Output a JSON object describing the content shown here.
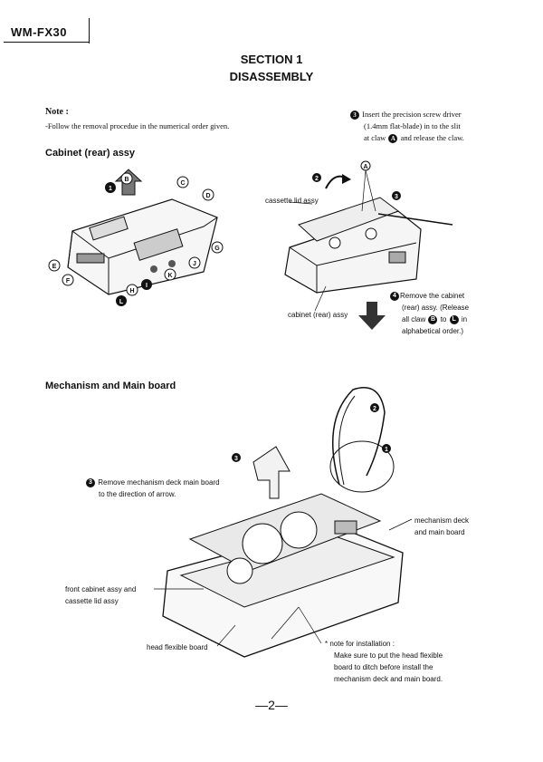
{
  "header": {
    "model": "WM-FX30"
  },
  "section": {
    "title": "SECTION 1",
    "subtitle": "DISASSEMBLY"
  },
  "note": {
    "title": "Note :",
    "text": "-Follow the removal procedue in the numerical order given."
  },
  "step3_top": {
    "marker": "3",
    "line1": "Insert the precision screw driver",
    "line2": "(1.4mm flat-blade) in to the slit",
    "line3a": "at claw",
    "claw": "A",
    "line3b": "and release the claw."
  },
  "cabinet": {
    "heading": "Cabinet (rear) assy",
    "callouts": [
      "1",
      "B",
      "C",
      "D",
      "G",
      "J",
      "K",
      "E",
      "F",
      "H",
      "I",
      "L"
    ]
  },
  "right_diagram": {
    "cassette_lid_label": "cassette lid assy",
    "cabinet_rear_label": "cabinet (rear) assy",
    "markers": [
      "2",
      "A",
      "3"
    ]
  },
  "step4": {
    "marker": "4",
    "line1": "Remove the cabinet",
    "line2": "(rear) assy. (Release",
    "line3a": "all claw",
    "from": "B",
    "to_word": "to",
    "to": "L",
    "in_word": "in",
    "line4": "alphabetical order.)"
  },
  "mechanism": {
    "heading": "Mechanism and Main board",
    "step3_marker": "3",
    "step3_line1": "Remove mechanism deck main board",
    "step3_line2": "to the direction of arrow.",
    "markers": [
      "2",
      "1",
      "3"
    ],
    "label_deck1": "mechanism deck",
    "label_deck2": "and main board",
    "label_front1": "front cabinet assy and",
    "label_front2": "cassette lid assy",
    "label_head": "head flexible board",
    "install_note_title": "* note for installation :",
    "install_line1": "Make sure to put the head flexible",
    "install_line2": "board to ditch before install the",
    "install_line3": "mechanism deck and main board."
  },
  "footer": {
    "page": "—2—"
  }
}
